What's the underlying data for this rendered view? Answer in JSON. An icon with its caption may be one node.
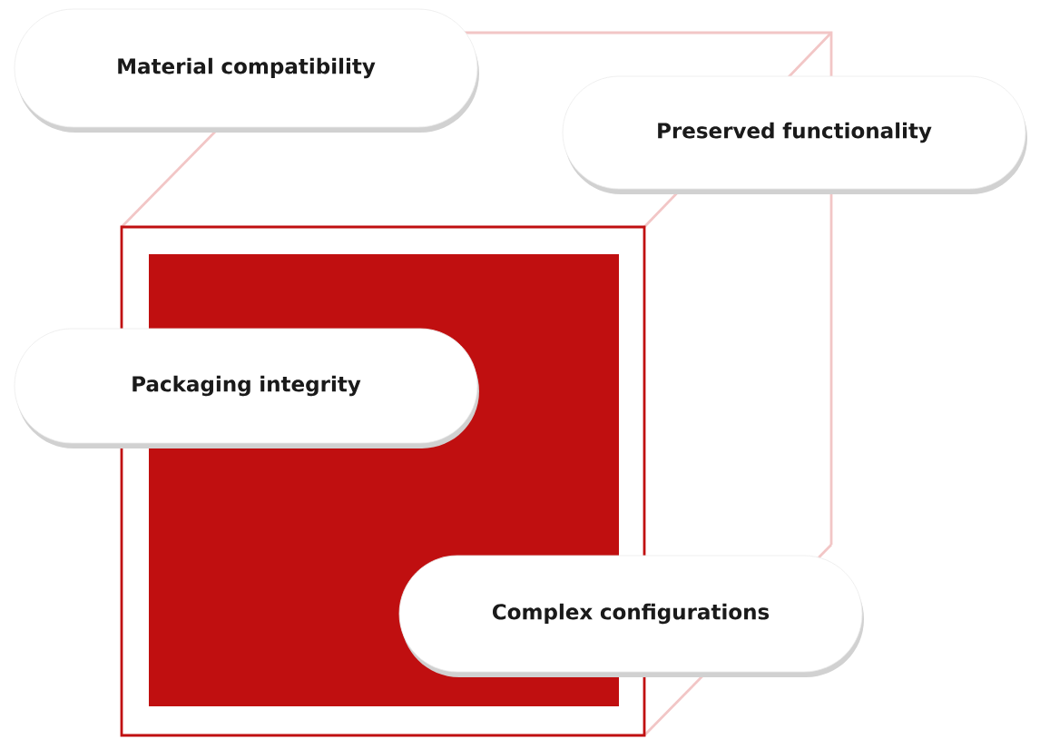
{
  "diagram": {
    "nodes": [
      {
        "text": [
          "Material compatibility"
        ]
      },
      {
        "text": [
          "Preserved functionality"
        ]
      },
      {
        "text": [
          "Packaging integrity"
        ]
      },
      {
        "text": [
          "Complex configurations"
        ]
      }
    ]
  }
}
